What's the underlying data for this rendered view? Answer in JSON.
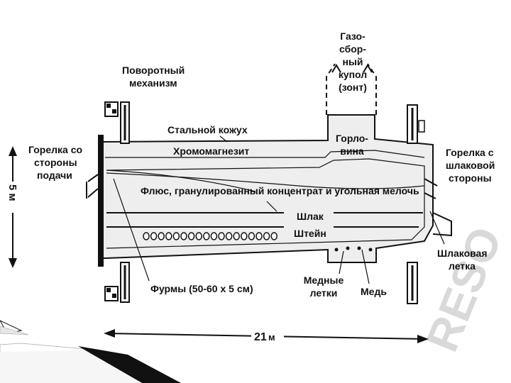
{
  "labels": {
    "rotary": [
      "Поворотный",
      "механизм"
    ],
    "gas_hood": [
      "Газо-",
      "сбор-",
      "ный",
      "купол",
      "(зонт)"
    ],
    "steel_shell": "Стальной кожух",
    "throat": [
      "Горло-",
      "вина"
    ],
    "burner_feed": [
      "Горелка со",
      "стороны",
      "подачи"
    ],
    "burner_slag": [
      "Горелка с",
      "шлаковой",
      "стороны"
    ],
    "chromemag": "Хромомагнезит",
    "flux": "Флюс, гранулированный концентрат и угольная мелочь",
    "slag": "Шлак",
    "matte": "Штейн",
    "slag_tap": [
      "Шлаковая",
      "летка"
    ],
    "tuyeres": "Фурмы (50-60 x 5 см)",
    "copper_taps": [
      "Медные",
      "летки"
    ],
    "copper": "Медь",
    "length": "21",
    "length_unit": "м",
    "height": "5 м"
  },
  "watermark": "RESO",
  "colors": {
    "ink": "#111111",
    "shell_fill": "#eeeeee",
    "watermark": "#d9d9d9"
  },
  "tuyere_count": 18
}
